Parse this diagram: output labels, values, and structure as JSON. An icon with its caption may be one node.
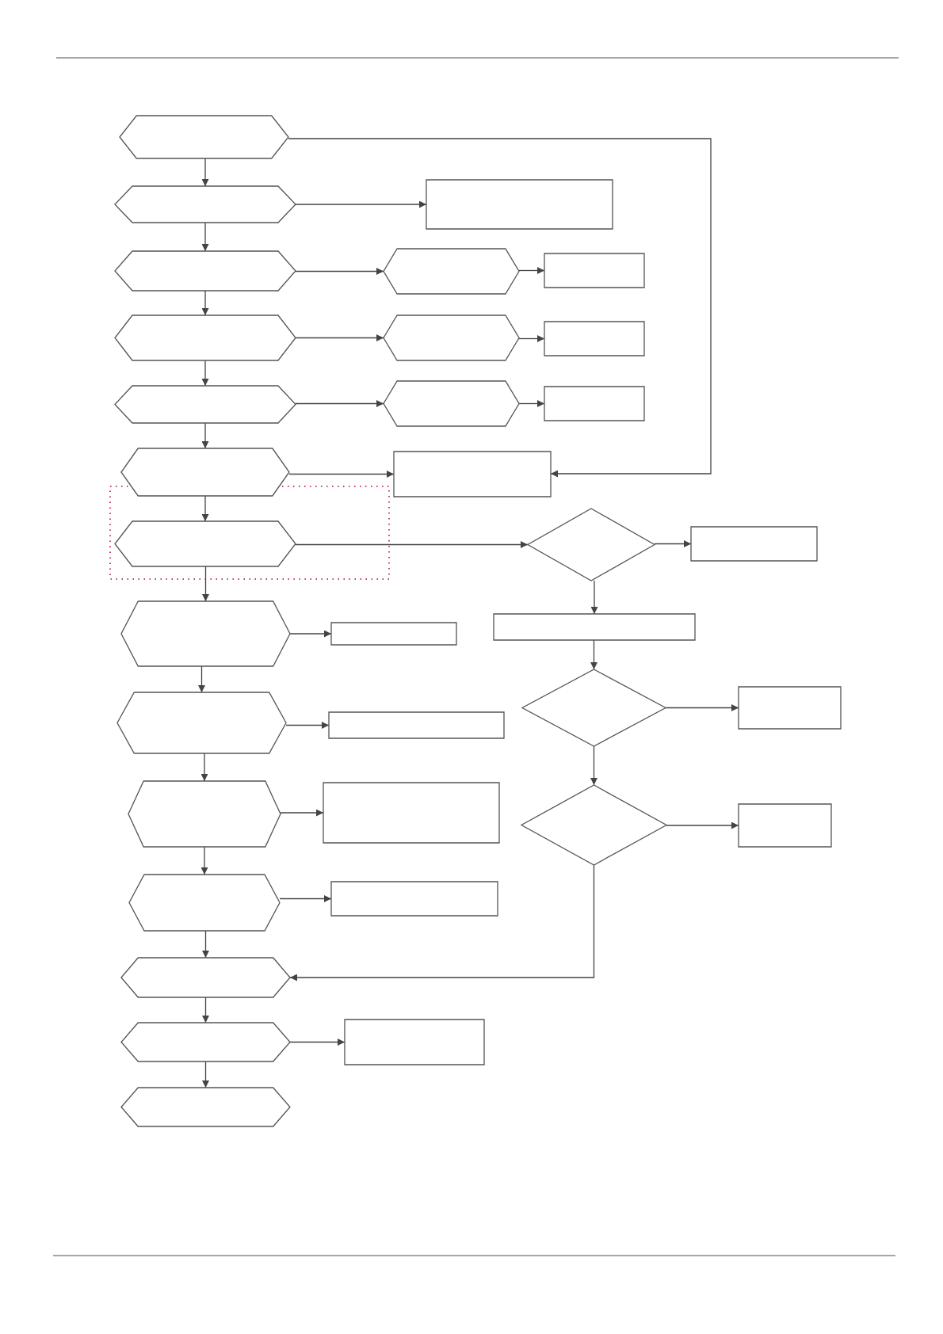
{
  "diagram": {
    "nodes": [
      {
        "text": [],
        "shape": "hexagon"
      },
      {
        "text": [],
        "shape": "box"
      },
      {
        "text": [],
        "shape": "hexagon"
      },
      {
        "text": [],
        "shape": "hexagon"
      },
      {
        "text": [],
        "shape": "hexagon"
      },
      {
        "text": [],
        "shape": "box"
      },
      {
        "text": [],
        "shape": "hexagon"
      },
      {
        "text": [],
        "shape": "hexagon"
      },
      {
        "text": [],
        "shape": "box"
      },
      {
        "text": [],
        "shape": "hexagon"
      },
      {
        "text": [],
        "shape": "hexagon"
      },
      {
        "text": [],
        "shape": "box"
      },
      {
        "text": [],
        "shape": "hexagon"
      },
      {
        "text": [],
        "shape": "box"
      },
      {
        "text": [],
        "shape": "diamond"
      },
      {
        "text": [],
        "shape": "hexagon"
      },
      {
        "text": [],
        "shape": "box"
      },
      {
        "text": [],
        "shape": "hexagon"
      },
      {
        "text": [],
        "shape": "box"
      },
      {
        "text": [],
        "shape": "box"
      },
      {
        "text": [],
        "shape": "diamond"
      },
      {
        "text": [],
        "shape": "box"
      },
      {
        "text": [],
        "shape": "hexagon"
      },
      {
        "text": [],
        "shape": "box"
      },
      {
        "text": [],
        "shape": "hexagon"
      },
      {
        "text": [],
        "shape": "box"
      },
      {
        "text": [],
        "shape": "diamond"
      },
      {
        "text": [],
        "shape": "box"
      },
      {
        "text": [],
        "shape": "hexagon"
      },
      {
        "text": [],
        "shape": "box"
      },
      {
        "text": [],
        "shape": "hexagon"
      },
      {
        "text": [],
        "shape": "box"
      },
      {
        "text": [],
        "shape": "hexagon"
      },
      {
        "text": [],
        "shape": "hexagon"
      }
    ],
    "edges": [
      {
        "from": 0,
        "to": 2,
        "arrow": "to"
      },
      {
        "from": 2,
        "to": 4,
        "arrow": "to"
      },
      {
        "from": 4,
        "to": 6,
        "arrow": "to"
      },
      {
        "from": 6,
        "to": 10,
        "arrow": "to"
      },
      {
        "from": 10,
        "to": 12,
        "arrow": "to"
      },
      {
        "from": 12,
        "to": 15,
        "arrow": "to"
      },
      {
        "from": 15,
        "to": 17,
        "arrow": "to"
      },
      {
        "from": 17,
        "to": 22,
        "arrow": "to"
      },
      {
        "from": 22,
        "to": 24,
        "arrow": "to"
      },
      {
        "from": 24,
        "to": 28,
        "arrow": "to"
      },
      {
        "from": 28,
        "to": 30,
        "arrow": "to"
      },
      {
        "from": 30,
        "to": 32,
        "arrow": "to"
      },
      {
        "from": 32,
        "to": 33,
        "arrow": "to"
      },
      {
        "from": 2,
        "to": 1,
        "arrow": "to"
      },
      {
        "from": 4,
        "to": 3,
        "arrow": "to"
      },
      {
        "from": 3,
        "to": 5,
        "arrow": "to"
      },
      {
        "from": 6,
        "to": 7,
        "arrow": "to"
      },
      {
        "from": 7,
        "to": 8,
        "arrow": "to"
      },
      {
        "from": 10,
        "to": 9,
        "arrow": "to"
      },
      {
        "from": 9,
        "to": 11,
        "arrow": "to"
      },
      {
        "from": 12,
        "to": 13,
        "arrow": "to"
      },
      {
        "from": 0,
        "to": 13,
        "arrow": "to"
      },
      {
        "from": 15,
        "to": 14,
        "arrow": "to"
      },
      {
        "from": 14,
        "to": 16,
        "arrow": "to"
      },
      {
        "from": 14,
        "to": 18,
        "arrow": "to"
      },
      {
        "from": 18,
        "to": 20,
        "arrow": "to"
      },
      {
        "from": 20,
        "to": 21,
        "arrow": "to"
      },
      {
        "from": 20,
        "to": 26,
        "arrow": "to"
      },
      {
        "from": 26,
        "to": 27,
        "arrow": "to"
      },
      {
        "from": 26,
        "to": 30,
        "arrow": "to"
      },
      {
        "from": 17,
        "to": 19,
        "arrow": "to"
      },
      {
        "from": 22,
        "to": 23,
        "arrow": "to"
      },
      {
        "from": 24,
        "to": 25,
        "arrow": "to"
      },
      {
        "from": 28,
        "to": 29,
        "arrow": "to"
      },
      {
        "from": 32,
        "to": 31,
        "arrow": "to"
      }
    ]
  }
}
